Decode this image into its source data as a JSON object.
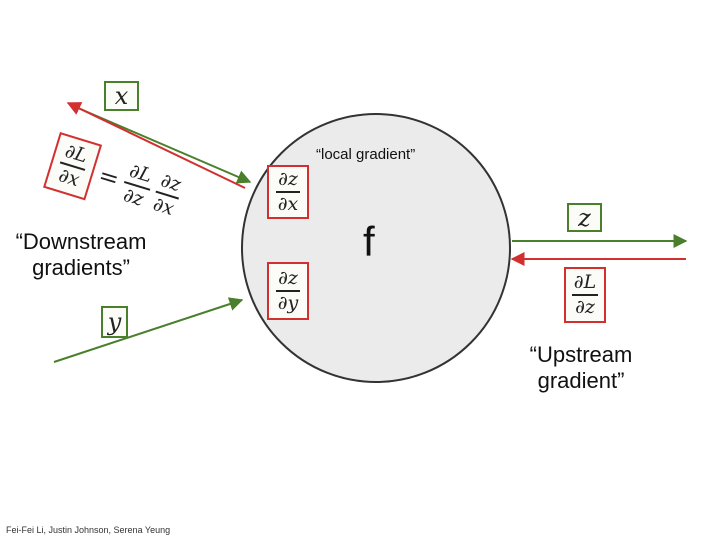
{
  "node": {
    "function_label": "f"
  },
  "labels": {
    "local_gradient": "“local gradient”",
    "downstream": [
      "“Downstream",
      "gradients”"
    ],
    "upstream": [
      "“Upstream",
      "gradient”"
    ]
  },
  "math": {
    "input_x": "x",
    "input_y": "y",
    "output_z": "z",
    "partial": "∂",
    "loss": "L",
    "var_x": "x",
    "var_y": "y",
    "var_z": "z",
    "equals": "="
  },
  "credit": "Fei-Fei Li, Justin Johnson, Serena Yeung",
  "colors": {
    "forward": "#4a7f2c",
    "backward": "#d22f2f",
    "node_fill": "#ebebeb",
    "node_stroke": "#333333"
  }
}
